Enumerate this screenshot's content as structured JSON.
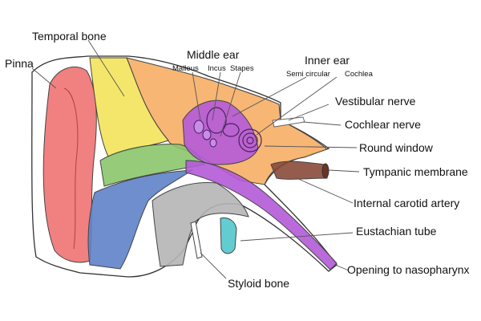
{
  "labels": {
    "temporal_bone": "Temporal bone",
    "pinna": "Pinna",
    "middle_ear": "Middle ear",
    "malleus": "Malleus",
    "incus": "Incus",
    "stapes": "Stapes",
    "inner_ear": "Inner ear",
    "semi_circular": "Semi circular",
    "cochlea": "Cochlea",
    "vestibular_nerve": "Vestibular nerve",
    "cochlear_nerve": "Cochlear nerve",
    "round_window": "Round window",
    "tympanic_membrane": "Tympanic membrane",
    "internal_carotid_artery": "Internal carotid artery",
    "eustachian_tube": "Eustachian tube",
    "opening_to_nasopharynx": "Opening to nasopharynx",
    "styloid_bone": "Styloid bone"
  },
  "colors": {
    "pinna": "#ef6a6a",
    "temporal_bone": "#f3e35a",
    "skull_orange": "#f6a95c",
    "middle_ear_purple": "#b45ad8",
    "green_region": "#8bc76a",
    "blue_region": "#5e82c8",
    "grey_region": "#b5b5b5",
    "cyan_region": "#5bc9cf",
    "canal_brown": "#8a4a3a"
  }
}
